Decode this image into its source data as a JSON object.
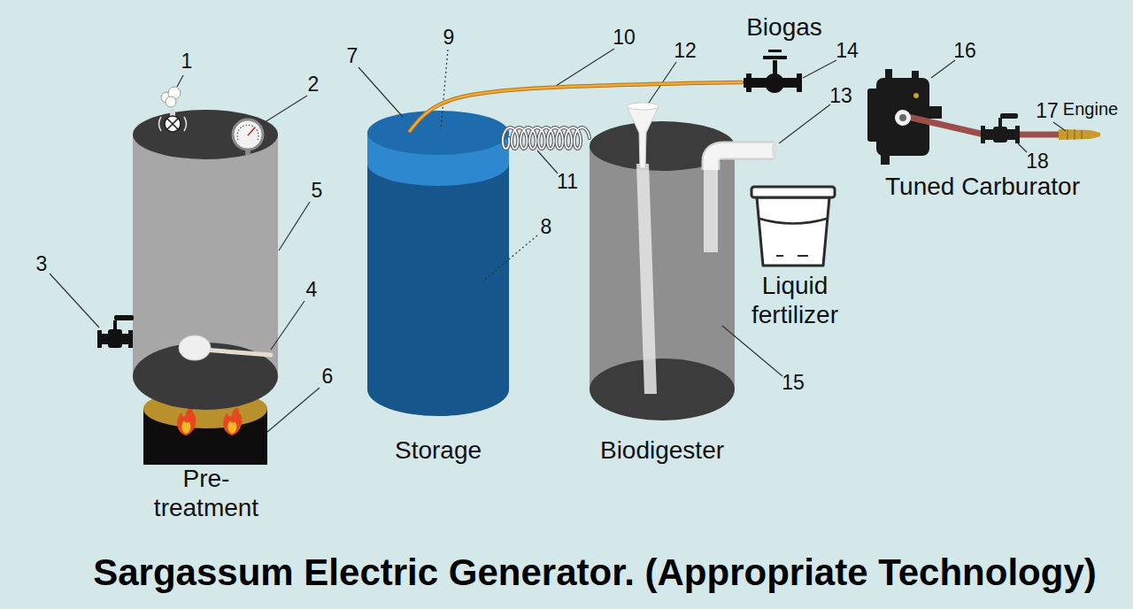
{
  "diagram": {
    "title": "Sargassum Electric Generator. (Appropriate Technology)",
    "nodes": [
      {
        "text": [
          "Pre-treatment"
        ]
      },
      {
        "text": [
          "Storage"
        ]
      },
      {
        "text": [
          "Biodigester"
        ]
      },
      {
        "text": [
          "Biogas"
        ]
      },
      {
        "text": [
          "Liquid fertilizer"
        ]
      }
    ],
    "edges": [
      {
        "from": 1,
        "to": 3,
        "arrow": "none"
      },
      {
        "from": 1,
        "to": 2,
        "arrow": "none"
      }
    ],
    "labels": [
      "1",
      "2",
      "3",
      "4",
      "5",
      "6",
      "7",
      "8",
      "9",
      "10",
      "11",
      "12",
      "13",
      "14",
      "15",
      "16",
      "17",
      "18",
      "Engine",
      "Tuned Carburator"
    ]
  }
}
